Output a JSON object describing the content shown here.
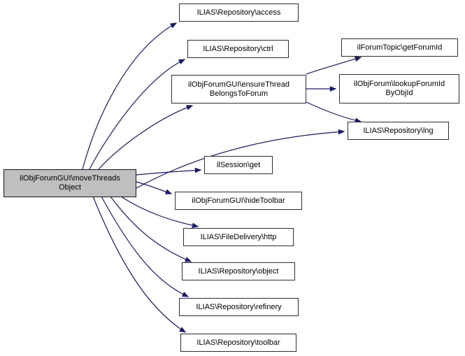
{
  "diagram": {
    "type": "call-graph",
    "colors": {
      "background": "#ffffff",
      "edge-color": "#191970",
      "node-border": "#2e2e2e",
      "node-fill": "#ffffff",
      "focus-fill": "#bfbfbf"
    },
    "nodes": [
      {
        "id": "moveThreadsObject",
        "label": "ilObjForumGUI\\moveThreads\nObject",
        "focus": true
      },
      {
        "id": "access",
        "label": "ILIAS\\Repository\\access",
        "focus": false
      },
      {
        "id": "ctrl",
        "label": "ILIAS\\Repository\\ctrl",
        "focus": false
      },
      {
        "id": "ensureThreadBelongsToForum",
        "label": "ilObjForumGUI\\ensureThread\nBelongsToForum",
        "focus": false
      },
      {
        "id": "get",
        "label": "ilSession\\get",
        "focus": false
      },
      {
        "id": "hideToolbar",
        "label": "ilObjForumGUI\\hideToolbar",
        "focus": false
      },
      {
        "id": "http",
        "label": "ILIAS\\FileDelivery\\http",
        "focus": false
      },
      {
        "id": "object",
        "label": "ILIAS\\Repository\\object",
        "focus": false
      },
      {
        "id": "refinery",
        "label": "ILIAS\\Repository\\refinery",
        "focus": false
      },
      {
        "id": "toolbar",
        "label": "ILIAS\\Repository\\toolbar",
        "focus": false
      },
      {
        "id": "getForumId",
        "label": "ilForumTopic\\getForumId",
        "focus": false
      },
      {
        "id": "lookupForumIdByObjId",
        "label": "ilObjForum\\lookupForumId\nByObjId",
        "focus": false
      },
      {
        "id": "lng",
        "label": "ILIAS\\Repository\\lng",
        "focus": false
      }
    ],
    "edges": [
      {
        "from": "moveThreadsObject",
        "to": "access"
      },
      {
        "from": "moveThreadsObject",
        "to": "ctrl"
      },
      {
        "from": "moveThreadsObject",
        "to": "ensureThreadBelongsToForum"
      },
      {
        "from": "moveThreadsObject",
        "to": "get"
      },
      {
        "from": "moveThreadsObject",
        "to": "hideToolbar"
      },
      {
        "from": "moveThreadsObject",
        "to": "lng"
      },
      {
        "from": "moveThreadsObject",
        "to": "http"
      },
      {
        "from": "moveThreadsObject",
        "to": "object"
      },
      {
        "from": "moveThreadsObject",
        "to": "refinery"
      },
      {
        "from": "moveThreadsObject",
        "to": "toolbar"
      },
      {
        "from": "ensureThreadBelongsToForum",
        "to": "getForumId"
      },
      {
        "from": "ensureThreadBelongsToForum",
        "to": "lookupForumIdByObjId"
      },
      {
        "from": "ensureThreadBelongsToForum",
        "to": "lng"
      }
    ]
  }
}
